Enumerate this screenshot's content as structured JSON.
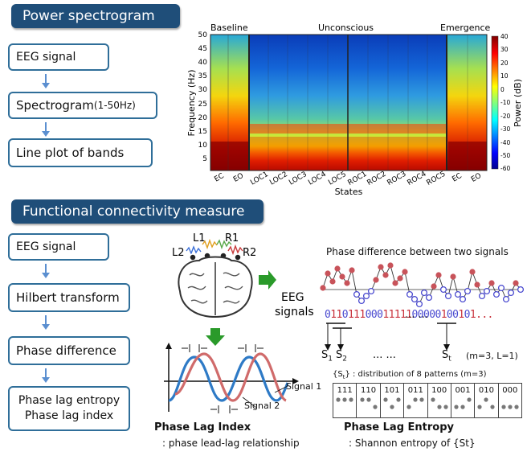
{
  "section1": {
    "title": "Power spectrogram",
    "steps": [
      "EEG signal",
      "Spectrogram",
      "Line plot of bands"
    ],
    "spectrogram_range": "(1-50Hz)"
  },
  "spectrogram": {
    "phase_labels": [
      "Baseline",
      "Unconscious",
      "Emergence"
    ],
    "ylabel": "Frequency (Hz)",
    "yticks": [
      "50",
      "45",
      "40",
      "35",
      "30",
      "25",
      "20",
      "15",
      "10",
      "5"
    ],
    "xlabel": "States",
    "xticks": [
      "EC",
      "EO",
      "LOC1",
      "LOC2",
      "LOC3",
      "LOC4",
      "LOC5",
      "ROC1",
      "ROC2",
      "ROC3",
      "ROC4",
      "ROC5",
      "EC",
      "EO"
    ],
    "colorbar_label": "Power (dB)",
    "colorbar_ticks": [
      "40",
      "30",
      "20",
      "10",
      "0",
      "-10",
      "-20",
      "-30",
      "-40",
      "-50",
      "-60"
    ]
  },
  "section2": {
    "title": "Functional connectivity measure",
    "steps": [
      "EEG signal",
      "Hilbert transform",
      "Phase difference"
    ],
    "final_step": [
      "Phase lag entropy",
      "Phase lag index"
    ]
  },
  "brain": {
    "electrodes": [
      "L1",
      "R1",
      "L2",
      "R2"
    ],
    "eeg_label_1": "EEG",
    "eeg_label_2": "signals"
  },
  "pli": {
    "signal1": "Signal 1",
    "signal2": "Signal 2",
    "title": "Phase Lag Index",
    "subtitle": ": phase lead-lag relationship"
  },
  "ple": {
    "phase_diff_title": "Phase difference between two signals",
    "binary": [
      {
        "t": "0",
        "c": "#4a4ad0"
      },
      {
        "t": "1",
        "c": "#c8303a"
      },
      {
        "t": "1",
        "c": "#c8303a"
      },
      {
        "t": "0",
        "c": "#4a4ad0"
      },
      {
        "t": "1",
        "c": "#c8303a"
      },
      {
        "t": "1",
        "c": "#c8303a"
      },
      {
        "t": "1",
        "c": "#c8303a"
      },
      {
        "t": "0",
        "c": "#4a4ad0"
      },
      {
        "t": "0",
        "c": "#4a4ad0"
      },
      {
        "t": "0",
        "c": "#4a4ad0"
      },
      {
        "t": "1",
        "c": "#c8303a"
      },
      {
        "t": "1",
        "c": "#c8303a"
      },
      {
        "t": "1",
        "c": "#c8303a"
      },
      {
        "t": "1",
        "c": "#c8303a"
      },
      {
        "t": "1",
        "c": "#c8303a"
      },
      {
        "t": "0",
        "c": "#4a4ad0"
      },
      {
        "t": "0",
        "c": "#4a4ad0"
      },
      {
        "t": "0",
        "c": "#4a4ad0"
      },
      {
        "t": "0",
        "c": "#4a4ad0"
      },
      {
        "t": "0",
        "c": "#4a4ad0"
      },
      {
        "t": "1",
        "c": "#c8303a"
      },
      {
        "t": "0",
        "c": "#4a4ad0"
      },
      {
        "t": "0",
        "c": "#4a4ad0"
      },
      {
        "t": "1",
        "c": "#c8303a"
      },
      {
        "t": "0",
        "c": "#4a4ad0"
      },
      {
        "t": "1",
        "c": "#c8303a"
      }
    ],
    "ellipsis": "...",
    "s_labels": [
      "S",
      "S",
      "S"
    ],
    "s_subs": [
      "1",
      "2",
      "t"
    ],
    "dots_mid": "... ...",
    "params": "(m=3, L=1)",
    "dist_label": "{S",
    "dist_sub": "t",
    "dist_tail": "} : distribution of 8 patterns (m=3)",
    "patterns": [
      "111",
      "110",
      "101",
      "011",
      "100",
      "001",
      "010",
      "000"
    ],
    "title": "Phase Lag Entropy",
    "subtitle": ": Shannon entropy of {St}"
  }
}
